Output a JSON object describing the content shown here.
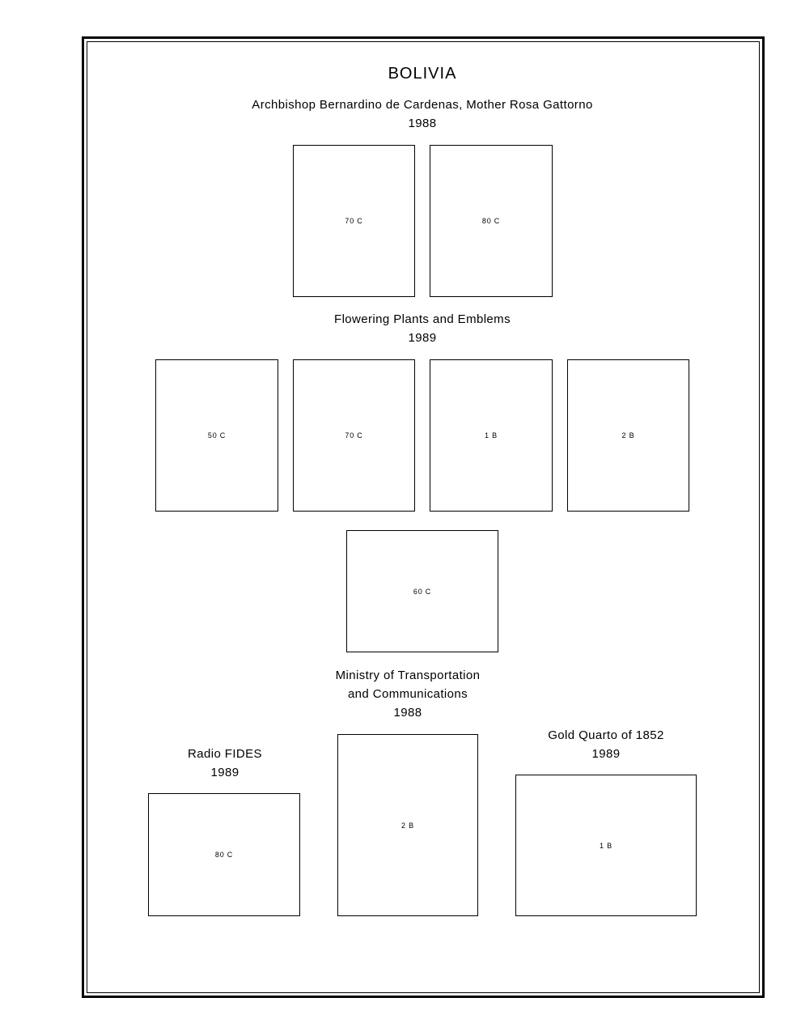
{
  "page": {
    "title": "BOLIVIA"
  },
  "sections": {
    "cardenas": {
      "title": "Archbishop Bernardino de Cardenas, Mother Rosa Gattorno",
      "year": "1988",
      "stamps": [
        "70 C",
        "80 C"
      ]
    },
    "flowering": {
      "title": "Flowering Plants and Emblems",
      "year": "1989",
      "stamps": [
        "50 C",
        "70 C",
        "1 B",
        "2 B",
        "60 C"
      ]
    },
    "ministry": {
      "title_line1": "Ministry of Transportation",
      "title_line2": "and Communications",
      "year": "1988",
      "stamps": [
        "2 B"
      ]
    },
    "radio": {
      "title": "Radio FIDES",
      "year": "1989",
      "stamps": [
        "80 C"
      ]
    },
    "gold": {
      "title": "Gold Quarto of 1852",
      "year": "1989",
      "stamps": [
        "1 B"
      ]
    }
  }
}
